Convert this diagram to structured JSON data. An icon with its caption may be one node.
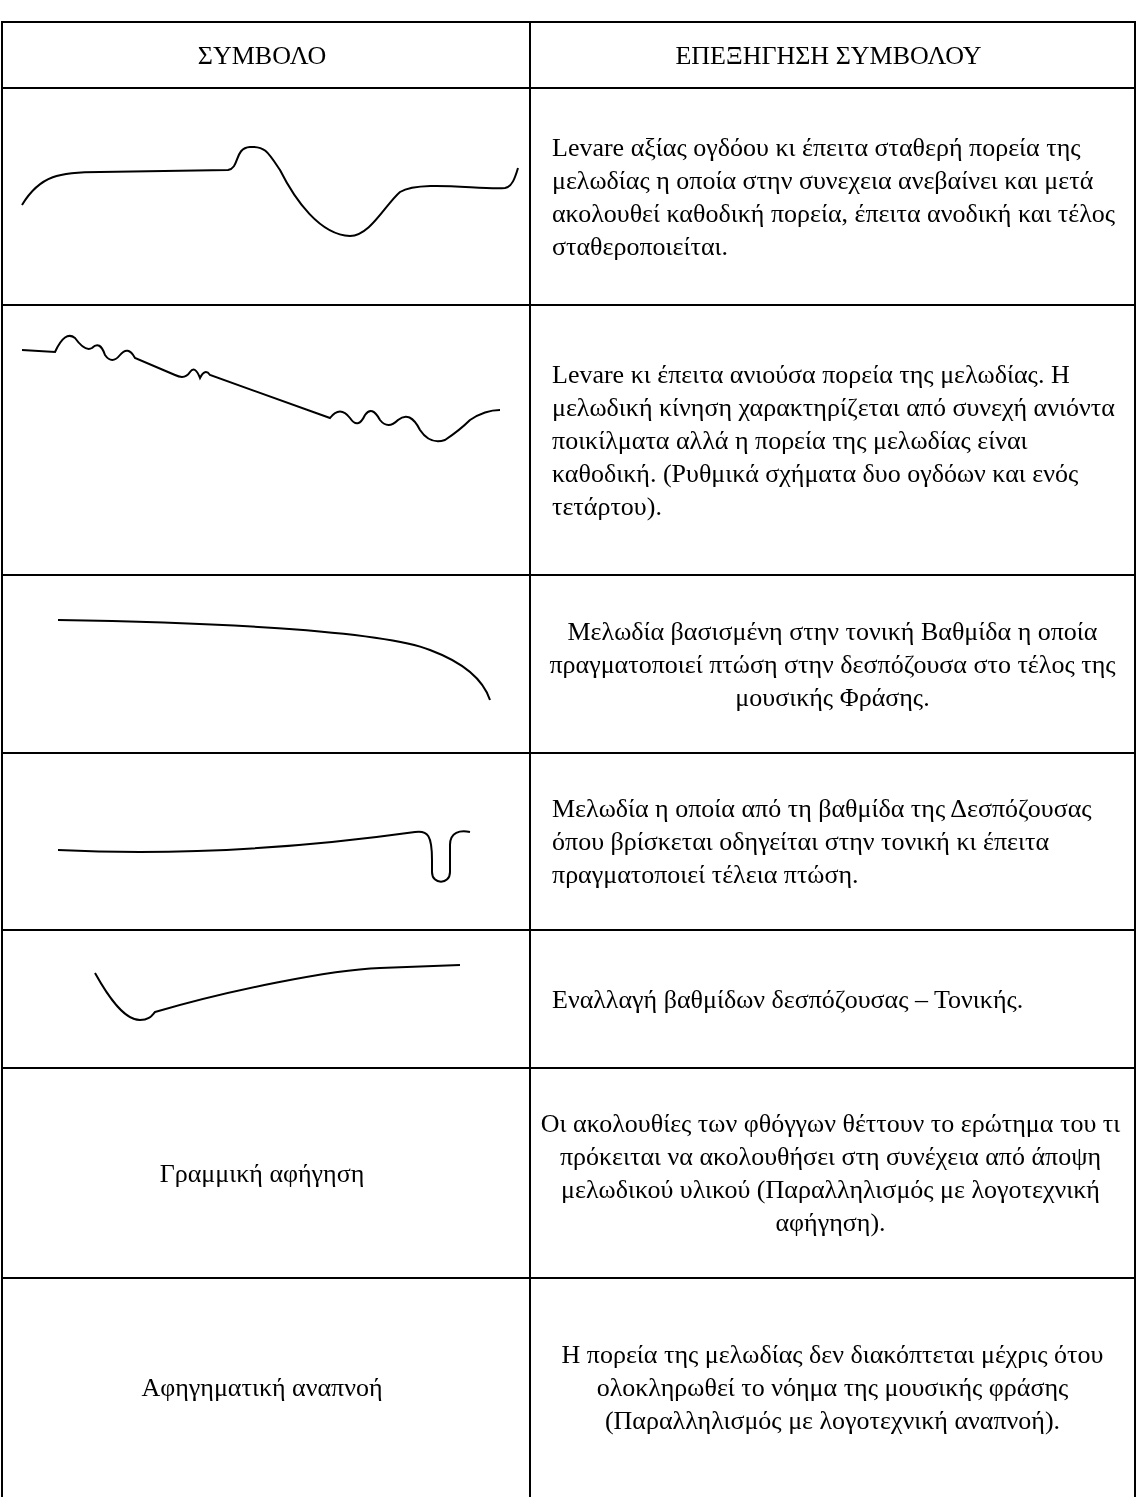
{
  "diagram": {
    "labels": [
      "ΣΥΜΒΟΛΟ",
      "ΕΠΕΞΗΓΗΣΗ ΣΥΜΒΟΛΟΥ",
      "Levare αξίας ογδόου κι έπειτα σταθερή πορεία της μελωδίας η οποία στην  συνεχεια ανεβαίνει και μετά ακολουθεί καθοδική πορεία, έπειτα ανοδική και τέλος σταθεροποιείται.",
      "Levare κι έπειτα ανιούσα πορεία της μελωδίας. Η μελωδική κίνηση χαρακτηρίζεται από συνεχή ανιόντα ποικίλματα αλλά η πορεία της μελωδίας είναι καθοδική. (Ρυθμικά σχήματα δυο ογδόων και ενός τετάρτου).",
      "Μελωδία βασισμένη στην τονική Βαθμίδα η οποία πραγματοποιεί πτώση στην δεσπόζουσα στο τέλος της μουσικής Φράσης.",
      "Μελωδία η οποία από τη βαθμίδα της Δεσπόζουσας όπου βρίσκεται οδηγείται στην τονική κι έπειτα πραγματοποιεί τέλεια πτώση.",
      "Εναλλαγή βαθμίδων δεσπόζουσας – Τονικής.",
      "Γραμμική αφήγηση",
      "Οι ακολουθίες των φθόγγων θέττουν το ερώτημα του τι πρόκειται να ακολουθήσει στη συνέχεια από άποψη μελωδικού υλικού (Παραλληλισμός με λογοτεχνική αφήγηση).",
      "Αφηγηματική αναπνοή",
      "Η πορεία της μελωδίας δεν διακόπτεται μέχρις ότου ολοκληρωθεί το νόημα της μουσικής φράσης (Παραλληλισμός με λογοτεχνική αναπνοή)."
    ]
  }
}
